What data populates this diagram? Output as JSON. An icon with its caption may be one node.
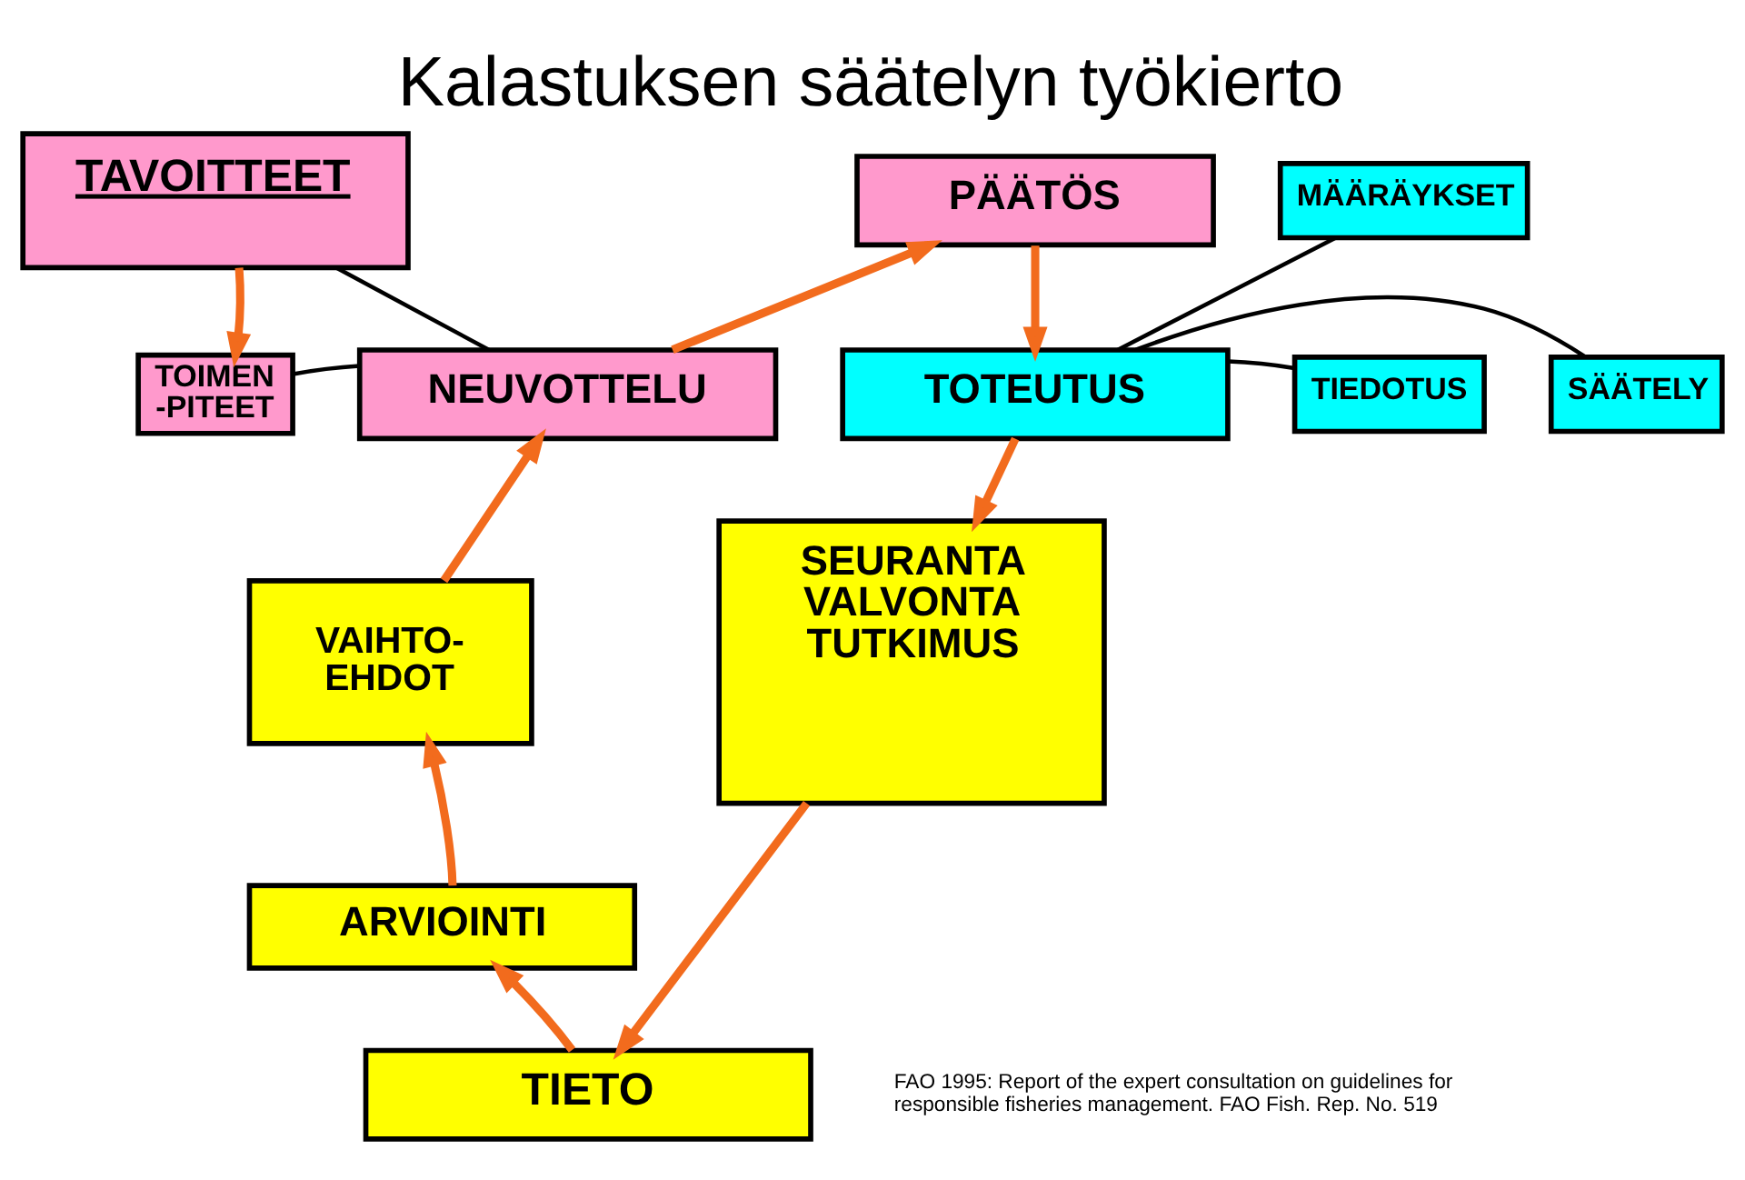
{
  "diagram": {
    "title": "Kalastuksen säätelyn työkierto",
    "nodes": [
      {
        "text": [
          "TAVOITTEET"
        ]
      },
      {
        "text": [
          "PÄÄTÖS"
        ]
      },
      {
        "text": [
          "MÄÄRÄYKSET"
        ]
      },
      {
        "text": [
          "TOIMEN -PITEET"
        ]
      },
      {
        "text": [
          "TIEDOTUS"
        ]
      },
      {
        "text": [
          "NEUVOTTELU"
        ]
      },
      {
        "text": [
          "TOTEUTUS"
        ]
      },
      {
        "text": [
          "SÄÄTELY"
        ]
      },
      {
        "text": [
          "VAIHTO- EHDOT"
        ]
      },
      {
        "text": [
          "SEURANTA VALVONTA TUTKIMUS"
        ]
      },
      {
        "text": [
          "ARVIOINTI"
        ]
      },
      {
        "text": [
          "TIETO"
        ]
      }
    ],
    "edges": [
      {
        "from": 0,
        "to": 3,
        "arrow": "to"
      },
      {
        "from": 0,
        "to": 5,
        "arrow": "none",
        "color": "#000000"
      },
      {
        "from": 3,
        "to": 5,
        "arrow": "none",
        "color": "#000000"
      },
      {
        "from": 5,
        "to": 1,
        "arrow": "to"
      },
      {
        "from": 1,
        "to": 6,
        "arrow": "to"
      },
      {
        "from": 6,
        "to": 2,
        "arrow": "none",
        "color": "#000000"
      },
      {
        "from": 6,
        "to": 4,
        "arrow": "none",
        "color": "#000000"
      },
      {
        "from": 6,
        "to": 7,
        "arrow": "none",
        "color": "#000000"
      },
      {
        "from": 6,
        "to": 9,
        "arrow": "to"
      },
      {
        "from": 9,
        "to": 11,
        "arrow": "to"
      },
      {
        "from": 11,
        "to": 10,
        "arrow": "to"
      },
      {
        "from": 10,
        "to": 8,
        "arrow": "to"
      },
      {
        "from": 8,
        "to": 5,
        "arrow": "to"
      }
    ],
    "labels": [
      "FAO 1995: Report of the expert consultation on guidelines for responsible fisheries management. FAO Fish. Rep. No. 519"
    ]
  }
}
